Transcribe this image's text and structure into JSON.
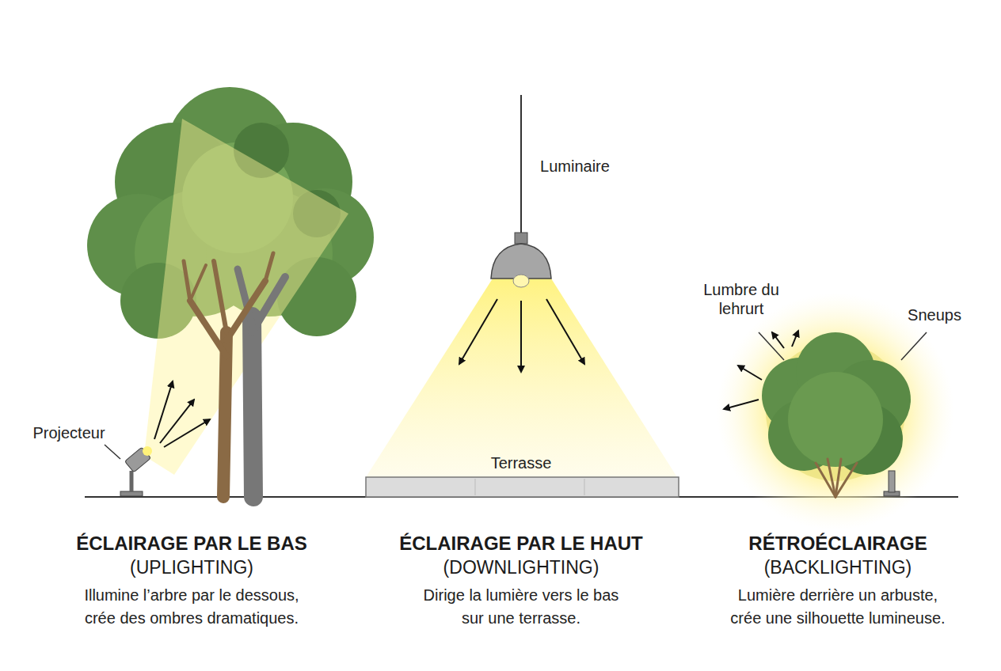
{
  "diagram": {
    "labels": [
      "Luminaire",
      "Projecteur",
      "Terrasse",
      "Lumbre du lehrurt",
      "Sneups",
      "ÉCLAIRAGE PAR LE BAS",
      "(UPLIGHTING)",
      "Illumine l’arbre par le dessous, crée des ombres dramatiques.",
      "ÉCLAIRAGE PAR LE HAUT",
      "(DOWNLIGHTING)",
      "Dirige la lumière vers le bas sur une terrasse.",
      "RÉTROÉCLAIRAGE",
      "(BACKLIGHTING)",
      "Lumière derrière un arbuste, crée une silhouette lumineuse."
    ]
  }
}
